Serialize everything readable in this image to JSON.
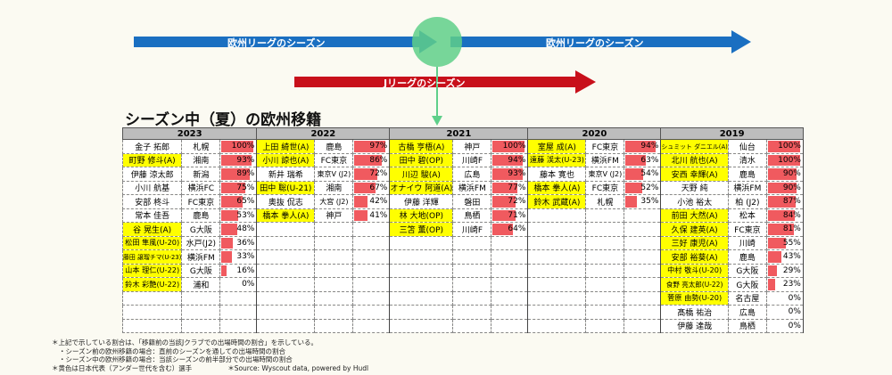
{
  "diagram": {
    "arrow_europe_1": "欧州リーグのシーズン",
    "arrow_europe_2": "欧州リーグのシーズン",
    "arrow_jleague": "Jリーグのシーズン",
    "colors": {
      "europe": "#1a6fc1",
      "jleague": "#c8101b",
      "summer": "#5fcf8a",
      "highlight": "#ffff00",
      "bar": "#f05a5f"
    }
  },
  "title": "シーズン中（夏）の欧州移籍",
  "years": [
    {
      "year": "2023",
      "rows": [
        {
          "name": "金子 拓郎",
          "club": "札幌",
          "pct": 100,
          "hl": false
        },
        {
          "name": "町野 修斗(A)",
          "club": "湘南",
          "pct": 93,
          "hl": true
        },
        {
          "name": "伊藤 涼太郎",
          "club": "新潟",
          "pct": 89,
          "hl": false
        },
        {
          "name": "小川 航基",
          "club": "横浜FC",
          "pct": 75,
          "hl": false
        },
        {
          "name": "安部 柊斗",
          "club": "FC東京",
          "pct": 65,
          "hl": false
        },
        {
          "name": "常本 佳吾",
          "club": "鹿島",
          "pct": 53,
          "hl": false
        },
        {
          "name": "谷 晃生(A)",
          "club": "G大阪",
          "pct": 48,
          "hl": true
        },
        {
          "name": "松田 隼風(U-20)",
          "club": "水戸(J2)",
          "pct": 36,
          "hl": true
        },
        {
          "name": "藤田 譲瑠チマ(U-23)",
          "club": "横浜FM",
          "pct": 33,
          "hl": true
        },
        {
          "name": "山本 理仁(U-22)",
          "club": "G大阪",
          "pct": 16,
          "hl": true
        },
        {
          "name": "鈴木 彩艶(U-22)",
          "club": "浦和",
          "pct": 0,
          "hl": true
        }
      ]
    },
    {
      "year": "2022",
      "rows": [
        {
          "name": "上田 綺世(A)",
          "club": "鹿島",
          "pct": 97,
          "hl": true
        },
        {
          "name": "小川 諒也(A)",
          "club": "FC東京",
          "pct": 86,
          "hl": true
        },
        {
          "name": "新井 瑞希",
          "club": "東京V (J2)",
          "pct": 72,
          "hl": false
        },
        {
          "name": "田中 聡(U-21)",
          "club": "湘南",
          "pct": 67,
          "hl": true
        },
        {
          "name": "奥抜 侃志",
          "club": "大宮 (J2)",
          "pct": 42,
          "hl": false
        },
        {
          "name": "橋本 拳人(A)",
          "club": "神戸",
          "pct": 41,
          "hl": true
        }
      ]
    },
    {
      "year": "2021",
      "rows": [
        {
          "name": "古橋 亨梧(A)",
          "club": "神戸",
          "pct": 100,
          "hl": true
        },
        {
          "name": "田中 碧(OP)",
          "club": "川崎F",
          "pct": 94,
          "hl": true
        },
        {
          "name": "川辺 駿(A)",
          "club": "広島",
          "pct": 93,
          "hl": true
        },
        {
          "name": "オナイウ 阿道(A)",
          "club": "横浜FM",
          "pct": 77,
          "hl": true
        },
        {
          "name": "伊藤 洋輝",
          "club": "磐田",
          "pct": 72,
          "hl": false
        },
        {
          "name": "林 大地(OP)",
          "club": "鳥栖",
          "pct": 71,
          "hl": true
        },
        {
          "name": "三笘 薫(OP)",
          "club": "川崎F",
          "pct": 64,
          "hl": true
        }
      ]
    },
    {
      "year": "2020",
      "rows": [
        {
          "name": "室屋 成(A)",
          "club": "FC東京",
          "pct": 94,
          "hl": true
        },
        {
          "name": "遠藤 渓太(U-23)",
          "club": "横浜FM",
          "pct": 63,
          "hl": true
        },
        {
          "name": "藤本 寛也",
          "club": "東京V (J2)",
          "pct": 54,
          "hl": false
        },
        {
          "name": "橋本 拳人(A)",
          "club": "FC東京",
          "pct": 52,
          "hl": true
        },
        {
          "name": "鈴木 武蔵(A)",
          "club": "札幌",
          "pct": 35,
          "hl": true
        }
      ]
    },
    {
      "year": "2019",
      "rows": [
        {
          "name": "シュミット ダニエル(A)",
          "club": "仙台",
          "pct": 100,
          "hl": true
        },
        {
          "name": "北川 航也(A)",
          "club": "清水",
          "pct": 100,
          "hl": true
        },
        {
          "name": "安西 幸輝(A)",
          "club": "鹿島",
          "pct": 90,
          "hl": true
        },
        {
          "name": "天野 純",
          "club": "横浜FM",
          "pct": 90,
          "hl": false
        },
        {
          "name": "小池 裕太",
          "club": "柏 (J2)",
          "pct": 87,
          "hl": false
        },
        {
          "name": "前田 大然(A)",
          "club": "松本",
          "pct": 84,
          "hl": true
        },
        {
          "name": "久保 建英(A)",
          "club": "FC東京",
          "pct": 81,
          "hl": true
        },
        {
          "name": "三好 康児(A)",
          "club": "川崎",
          "pct": 55,
          "hl": true
        },
        {
          "name": "安部 裕葵(A)",
          "club": "鹿島",
          "pct": 43,
          "hl": true
        },
        {
          "name": "中村 敬斗(U-20)",
          "club": "G大阪",
          "pct": 29,
          "hl": true
        },
        {
          "name": "食野 亮太郎(U-22)",
          "club": "G大阪",
          "pct": 23,
          "hl": true
        },
        {
          "name": "菅原 由勢(U-20)",
          "club": "名古屋",
          "pct": 0,
          "hl": true
        },
        {
          "name": "髙橋 祐治",
          "club": "広島",
          "pct": 0,
          "hl": false
        },
        {
          "name": "伊藤 達哉",
          "club": "鳥栖",
          "pct": 0,
          "hl": false
        }
      ]
    }
  ],
  "notes": [
    "＊上記で示している割合は、「移籍前の当該Jクラブでの出場時間の割合」を示している。",
    "・シーズン前の欧州移籍の場合：直前のシーズンを通しての出場時間の割合",
    "・シーズン中の欧州移籍の場合：当該シーズンの前半部分での出場時間の割合",
    "＊黄色は日本代表（アンダー世代を含む）選手"
  ],
  "source": "＊Source: Wyscout data, powered by Hudl"
}
